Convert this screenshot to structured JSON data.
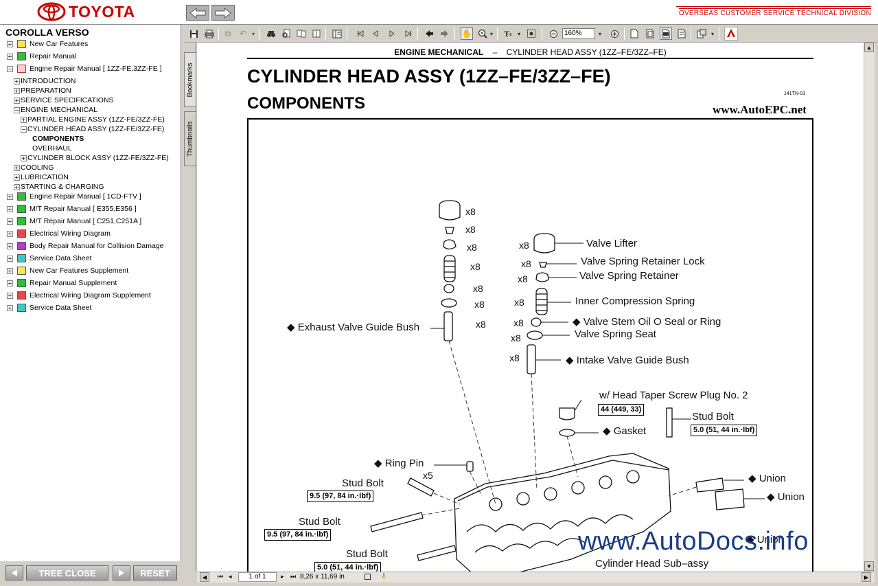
{
  "header": {
    "brand": "TOYOTA",
    "division": "OVERSEAS CUSTOMER SERVICE TECHNICAL DIVISION",
    "colors": {
      "brand": "#cc0000"
    }
  },
  "sidebar": {
    "title": "COROLLA VERSO",
    "items": [
      {
        "label": "New Car Features",
        "icon": "book-yellow"
      },
      {
        "label": "Repair Manual",
        "icon": "book-green"
      },
      {
        "label": "Engine Repair Manual [ 1ZZ-FE,3ZZ-FE ]",
        "icon": "book-open"
      },
      {
        "label": "INTRODUCTION"
      },
      {
        "label": "PREPARATION"
      },
      {
        "label": "SERVICE SPECIFICATIONS"
      },
      {
        "label": "ENGINE MECHANICAL"
      },
      {
        "label": "PARTIAL ENGINE ASSY (1ZZ-FE/3ZZ-FE)"
      },
      {
        "label": "CYLINDER HEAD ASSY (1ZZ-FE/3ZZ-FE)"
      },
      {
        "label": "COMPONENTS"
      },
      {
        "label": "OVERHAUL"
      },
      {
        "label": "CYLINDER BLOCK ASSY (1ZZ-FE/3ZZ-FE)"
      },
      {
        "label": "COOLING"
      },
      {
        "label": "LUBRICATION"
      },
      {
        "label": "STARTING & CHARGING"
      },
      {
        "label": "Engine Repair Manual [ 1CD-FTV ]",
        "icon": "book-green"
      },
      {
        "label": "M/T Repair Manual [ E355,E356 ]",
        "icon": "book-green"
      },
      {
        "label": "M/T Repair Manual [ C251,C251A ]",
        "icon": "book-green"
      },
      {
        "label": "Electrical Wiring Diagram",
        "icon": "book-red"
      },
      {
        "label": "Body Repair Manual for Collision Damage",
        "icon": "book-purple"
      },
      {
        "label": "Service Data Sheet",
        "icon": "book-teal"
      },
      {
        "label": "New Car Features Supplement",
        "icon": "book-yellow"
      },
      {
        "label": "Repair Manual Supplement",
        "icon": "book-green"
      },
      {
        "label": "Electrical Wiring Diagram Supplement",
        "icon": "book-red"
      },
      {
        "label": "Service Data Sheet",
        "icon": "book-teal"
      }
    ],
    "tree_close": "TREE CLOSE",
    "reset": "RESET"
  },
  "toolbar": {
    "zoom": "160%"
  },
  "tabs": {
    "bookmarks": "Bookmarks",
    "thumbnails": "Thumbnails"
  },
  "status": {
    "page": "1 of 1",
    "size": "8,26 x 11,69 in"
  },
  "document": {
    "section": "ENGINE MECHANICAL",
    "dash": "–",
    "subsection": "CYLINDER HEAD ASSY (1ZZ–FE/3ZZ–FE)",
    "title": "CYLINDER HEAD ASSY (1ZZ–FE/3ZZ–FE)",
    "subtitle": "COMPONENTS",
    "code": "141TN-01",
    "site": "www.AutoEPC.net",
    "labels": {
      "valve_lifter": "Valve Lifter",
      "retainer_lock": "Valve Spring Retainer Lock",
      "retainer": "Valve Spring Retainer",
      "inner_spring": "Inner Compression Spring",
      "oil_seal": "◆ Valve Stem Oil O Seal or Ring",
      "spring_seat": "Valve Spring Seat",
      "intake_bush": "◆ Intake Valve Guide Bush",
      "exhaust_bush": "◆ Exhaust Valve Guide Bush",
      "taper_plug": "w/ Head Taper Screw Plug No. 2",
      "gasket": "◆ Gasket",
      "stud_bolt_r": "Stud Bolt",
      "ring_pin": "◆ Ring Pin",
      "stud_bolt_1": "Stud Bolt",
      "stud_bolt_2": "Stud Bolt",
      "stud_bolt_3": "Stud Bolt",
      "union_1": "◆ Union",
      "union_2": "◆ Union",
      "union_3": "◆ Union",
      "head_sub": "Cylinder Head Sub–assy",
      "x8": "x8",
      "x5": "x5"
    },
    "torques": {
      "plug": "44 (449, 33)",
      "stud_r": "5.0 (51, 44 in.·lbf)",
      "stud_1": "9.5 (97, 84 in.·lbf)",
      "stud_2": "9.5 (97, 84 in.·lbf)",
      "stud_3": "5.0 (51, 44 in.·lbf)"
    },
    "watermark": "www.AutoDocs.info"
  }
}
